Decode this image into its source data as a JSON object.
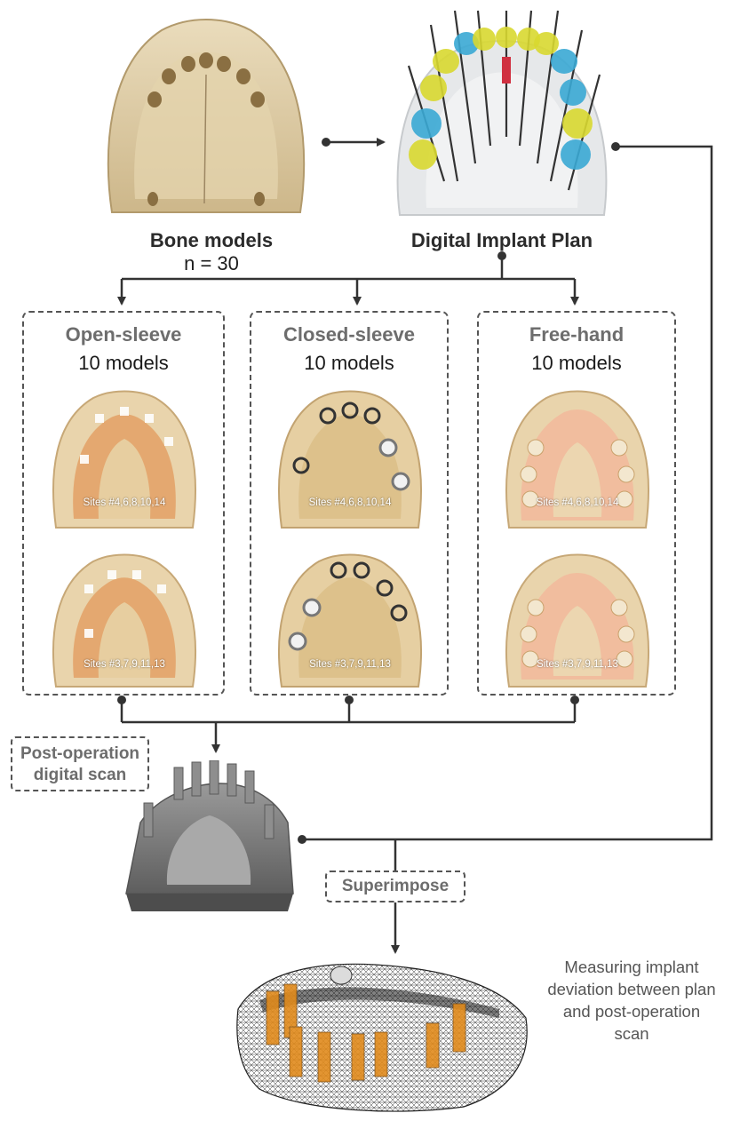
{
  "top": {
    "bone_label": "Bone models",
    "bone_count": "n = 30",
    "plan_label": "Digital Implant Plan"
  },
  "groups": [
    {
      "title": "Open-sleeve",
      "subtitle": "10 models",
      "sites": [
        "Sites #4,6,8,10,14",
        "Sites #3,7,9,11,13"
      ]
    },
    {
      "title": "Closed-sleeve",
      "subtitle": "10 models",
      "sites": [
        "Sites #4,6,8,10,14",
        "Sites #3,7,9,11,13"
      ]
    },
    {
      "title": "Free-hand",
      "subtitle": "10 models",
      "sites": [
        "Sites #4,6,8,10,14",
        "Sites #3,7,9,11,13"
      ]
    }
  ],
  "postop": {
    "line1": "Post-operation",
    "line2": "digital scan"
  },
  "superimpose": "Superimpose",
  "measure": {
    "line1": "Measuring implant",
    "line2": "deviation between plan",
    "line3": "and post-operation",
    "line4": "scan"
  }
}
